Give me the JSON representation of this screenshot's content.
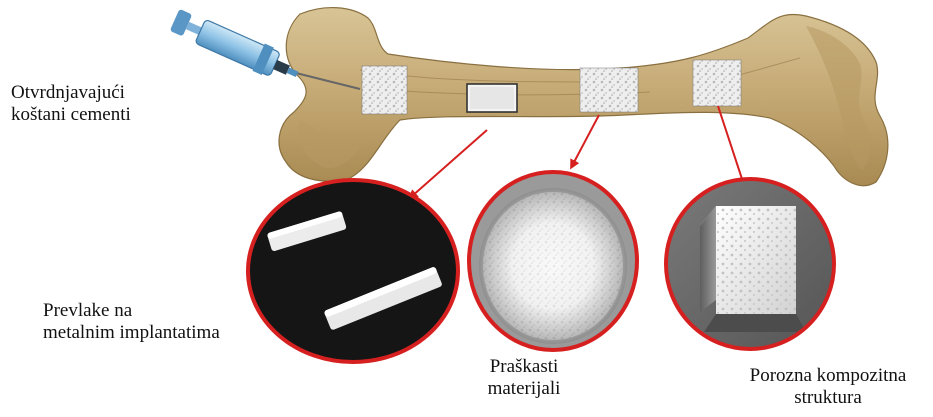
{
  "figure": {
    "colors": {
      "bone": "#c9b27e",
      "bone_dark": "#9c7f45",
      "arrow": "#d62020",
      "circle_ring": "#d62020",
      "syringe_body": "#8fc3e6",
      "background": "#ffffff"
    },
    "labels": {
      "cement": [
        "Otvrdnjavajući",
        "koštani cementi"
      ],
      "coatings": [
        "Prevlake na",
        "metalnim implantatima"
      ],
      "powder": [
        "Praškasti",
        "materijali"
      ],
      "porous": [
        "Porozna kompozitna",
        "struktura"
      ]
    },
    "icons": [
      "syringe-icon",
      "bone-icon"
    ]
  }
}
